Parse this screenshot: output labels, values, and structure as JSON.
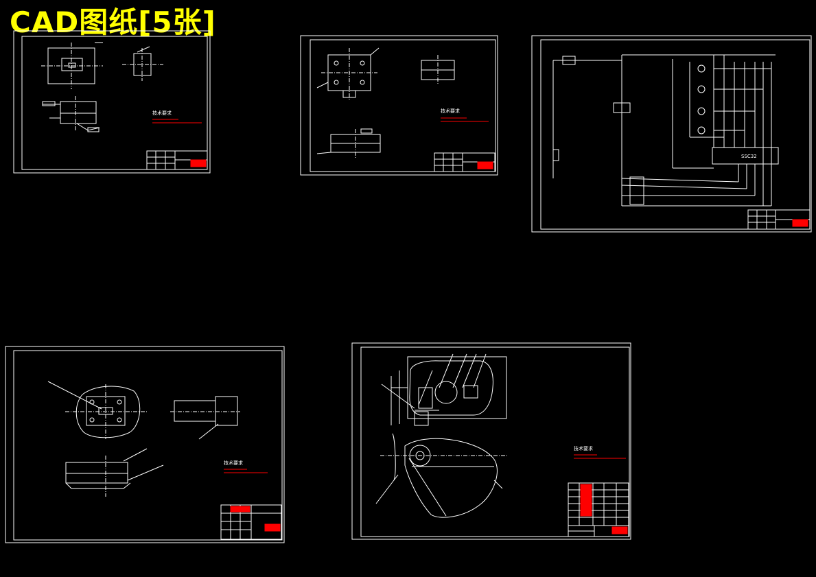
{
  "header": {
    "title": "CAD图纸[5张]"
  },
  "colors": {
    "background": "#000000",
    "line": "#ffffff",
    "title": "#ffff00",
    "note": "#ff0000"
  },
  "sheets": [
    {
      "id": "sheet-1",
      "notes_heading": "技术要求"
    },
    {
      "id": "sheet-2",
      "notes_heading": "技术要求"
    },
    {
      "id": "sheet-3",
      "chip_label": "SSC32"
    },
    {
      "id": "sheet-4",
      "notes_heading": "技术要求"
    },
    {
      "id": "sheet-5",
      "notes_heading": "技术要求"
    }
  ]
}
